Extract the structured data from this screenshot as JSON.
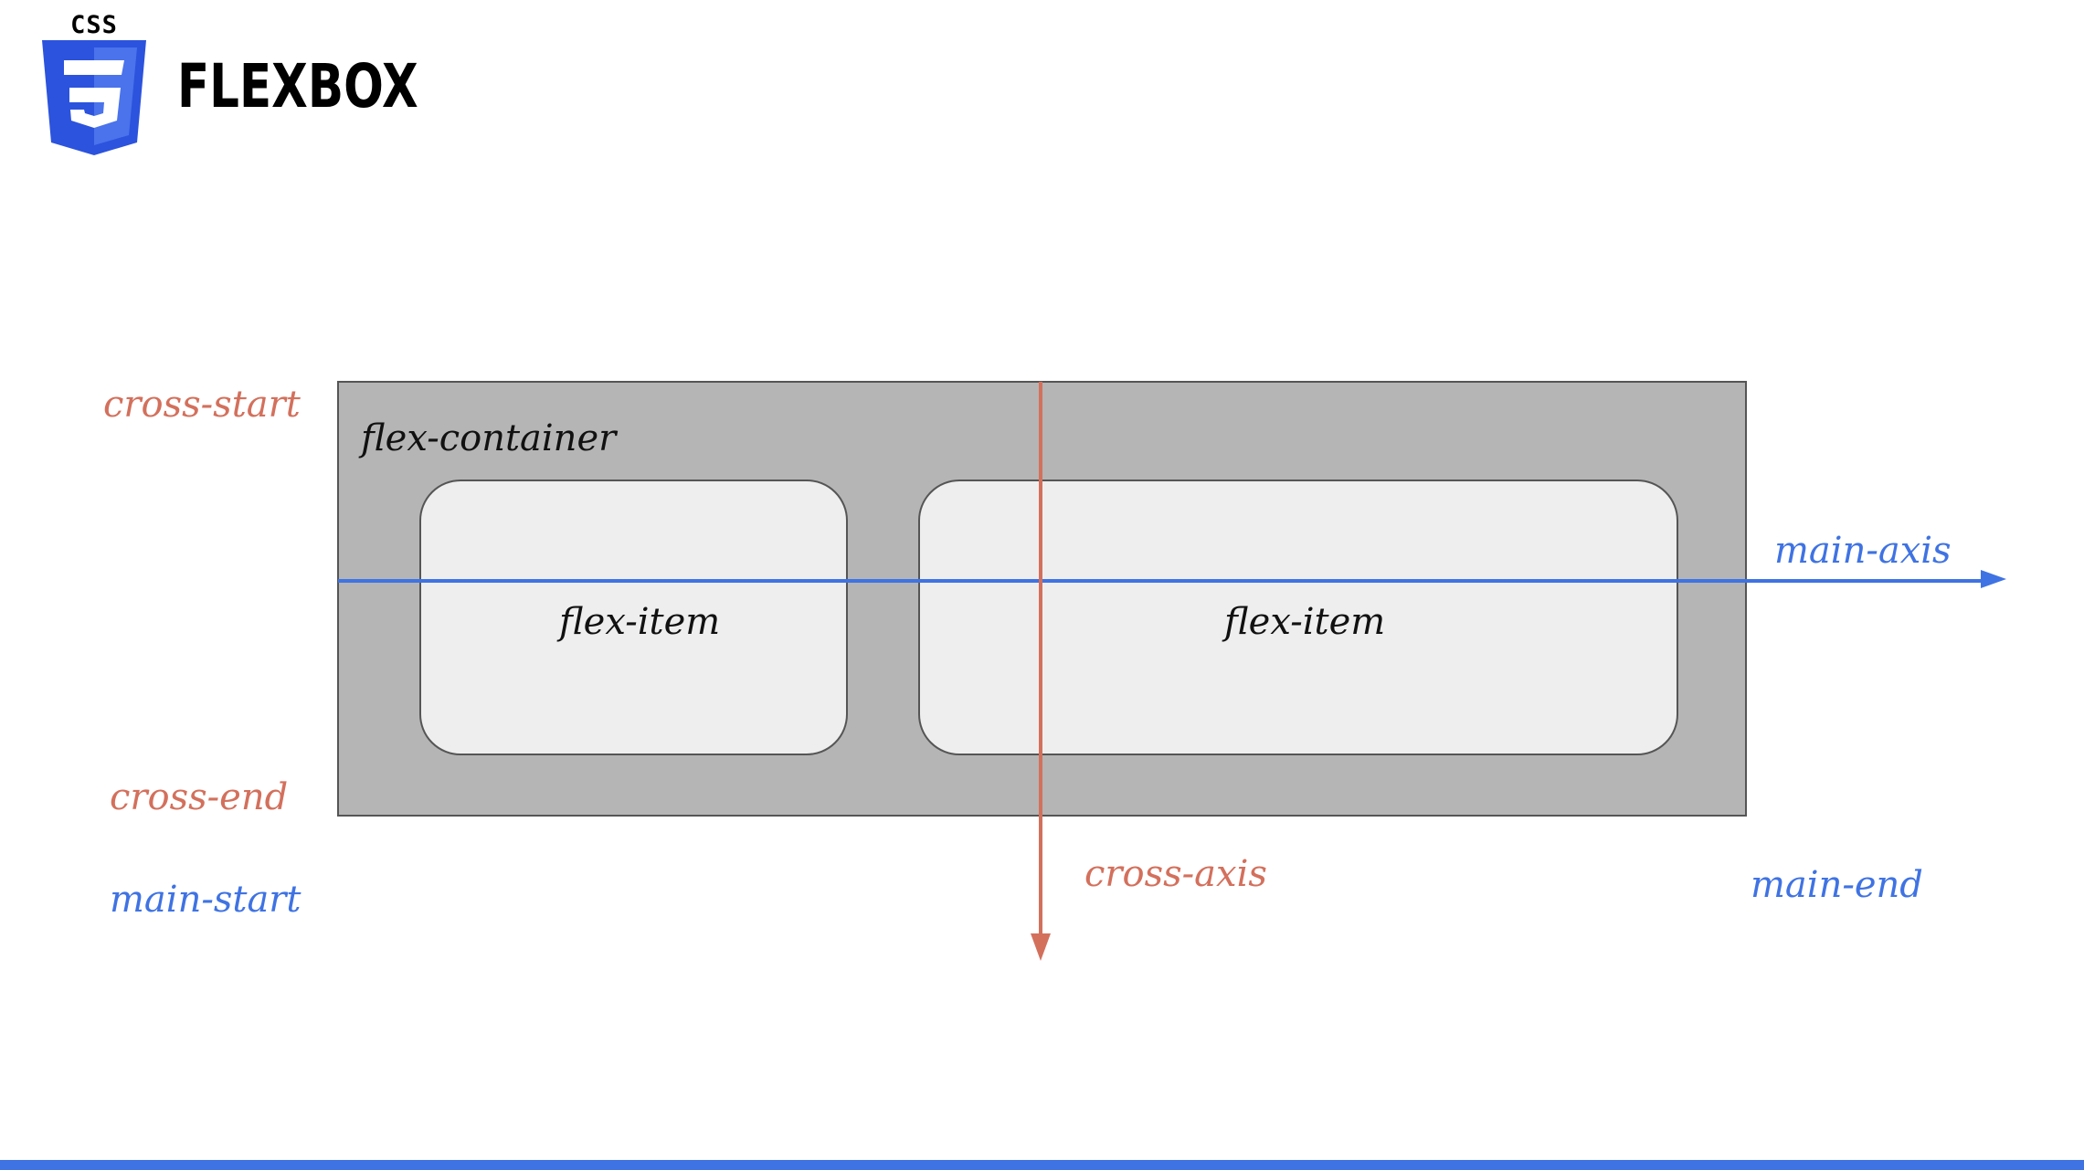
{
  "header": {
    "logo_text": "CSS",
    "title": "FLEXBOX"
  },
  "diagram": {
    "container_label": "flex-container",
    "items": [
      {
        "label": "flex-item"
      },
      {
        "label": "flex-item"
      }
    ],
    "labels": {
      "cross_start": "cross-start",
      "cross_end": "cross-end",
      "main_start": "main-start",
      "main_end": "main-end",
      "main_axis": "main-axis",
      "cross_axis": "cross-axis"
    }
  },
  "colors": {
    "main_axis": "#3f73e3",
    "cross_axis": "#d3705c",
    "container_fill": "#b5b5b5",
    "item_fill": "#eeeeee",
    "accent_bar": "#3f73e3",
    "logo_blue": "#2c53dd"
  }
}
